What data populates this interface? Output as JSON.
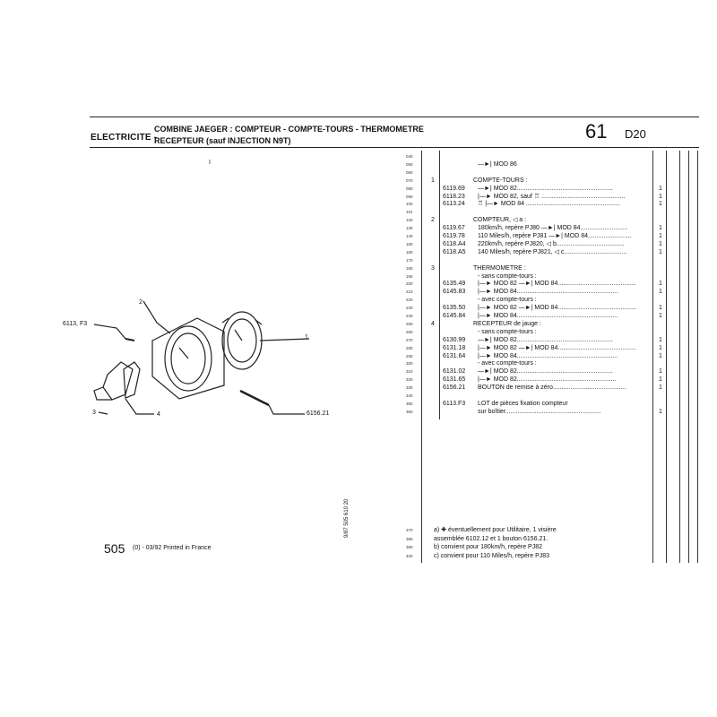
{
  "header": {
    "section": "ELECTRICITE -",
    "title_line1": "COMBINE JAEGER : COMPTEUR - COMPTE-TOURS - THERMOMETRE",
    "title_line2": "RECEPTEUR (sauf INJECTION N9T)",
    "group": "61",
    "model": "D20"
  },
  "table": {
    "rows": [
      {
        "line": "040",
        "ref": "",
        "part": "",
        "desc": "",
        "qty": ""
      },
      {
        "line": "050",
        "ref": "",
        "part": "",
        "desc": "—►| MOD 86",
        "qty": ""
      },
      {
        "line": "060",
        "ref": "",
        "part": "",
        "desc": "",
        "qty": ""
      },
      {
        "line": "070",
        "ref": "1",
        "part": "",
        "desc": "COMPTE-TOURS :",
        "qty": ""
      },
      {
        "line": "080",
        "ref": "",
        "part": "6119.69",
        "desc": "—►| MOD 82.......................................................",
        "qty": "1"
      },
      {
        "line": "090",
        "ref": "",
        "part": "6118.23",
        "desc": "|—► MOD 82, sauf ♖ ................................................",
        "qty": "1"
      },
      {
        "line": "100",
        "ref": "",
        "part": "6113.24",
        "desc": "♖ |—► MOD 84 ......................................................",
        "qty": "1"
      },
      {
        "line": "110",
        "ref": "",
        "part": "",
        "desc": "",
        "qty": ""
      },
      {
        "line": "120",
        "ref": "2",
        "part": "",
        "desc": "COMPTEUR, ◁ a :",
        "qty": ""
      },
      {
        "line": "130",
        "ref": "",
        "part": "6119.67",
        "desc": "180km/h, repère PJ80 —►| MOD 84...........................",
        "qty": "1"
      },
      {
        "line": "140",
        "ref": "",
        "part": "6119.78",
        "desc": "110 Miles/h, repère PJ81 —►| MOD 84.........................",
        "qty": "1"
      },
      {
        "line": "150",
        "ref": "",
        "part": "6118.A4",
        "desc": "220km/h, repère PJ820, ◁ b.......................................",
        "qty": "1"
      },
      {
        "line": "160",
        "ref": "",
        "part": "6118.A5",
        "desc": "140 Miles/h, repère PJ821, ◁ c....................................",
        "qty": "1"
      },
      {
        "line": "170",
        "ref": "",
        "part": "",
        "desc": "",
        "qty": ""
      },
      {
        "line": "180",
        "ref": "3",
        "part": "",
        "desc": "THERMOMETRE :",
        "qty": ""
      },
      {
        "line": "190",
        "ref": "",
        "part": "",
        "desc": "- sans compte-tours :",
        "qty": ""
      },
      {
        "line": "200",
        "ref": "",
        "part": "6135.49",
        "desc": "|—► MOD 82 —►| MOD 84.............................................",
        "qty": "1"
      },
      {
        "line": "210",
        "ref": "",
        "part": "6145.83",
        "desc": "|—► MOD 84..........................................................",
        "qty": "1"
      },
      {
        "line": "220",
        "ref": "",
        "part": "",
        "desc": "- avec compte-tours :",
        "qty": ""
      },
      {
        "line": "230",
        "ref": "",
        "part": "6135.50",
        "desc": "|—► MOD 82 —►| MOD 84.............................................",
        "qty": "1"
      },
      {
        "line": "240",
        "ref": "",
        "part": "6145.84",
        "desc": "|—► MOD 84..........................................................",
        "qty": "1"
      },
      {
        "line": "250",
        "ref": "4",
        "part": "",
        "desc": "RECEPTEUR de jauge :",
        "qty": ""
      },
      {
        "line": "260",
        "ref": "",
        "part": "",
        "desc": "- sans compte-tours :",
        "qty": ""
      },
      {
        "line": "270",
        "ref": "",
        "part": "6130.99",
        "desc": "—►| MOD 82.......................................................",
        "qty": "1"
      },
      {
        "line": "280",
        "ref": "",
        "part": "6131.18",
        "desc": "|—► MOD 82 —►| MOD 84.............................................",
        "qty": "1"
      },
      {
        "line": "290",
        "ref": "",
        "part": "6131.64",
        "desc": "|—► MOD 84..........................................................",
        "qty": "1"
      },
      {
        "line": "300",
        "ref": "",
        "part": "",
        "desc": "- avec compte-tours :",
        "qty": ""
      },
      {
        "line": "310",
        "ref": "",
        "part": "6131.02",
        "desc": "—►| MOD 82.......................................................",
        "qty": "1"
      },
      {
        "line": "320",
        "ref": "",
        "part": "6131.65",
        "desc": "|—► MOD 82.........................................................",
        "qty": "1"
      },
      {
        "line": "330",
        "ref": "",
        "part": "6156.21",
        "desc": "BOUTON de remise à zéro..........................................",
        "qty": "1"
      },
      {
        "line": "340",
        "ref": "",
        "part": "",
        "desc": "",
        "qty": ""
      },
      {
        "line": "350",
        "ref": "",
        "part": "6113.F3",
        "desc": "LOT de pièces fixation compteur",
        "qty": ""
      },
      {
        "line": "360",
        "ref": "",
        "part": "",
        "desc": "sur boîtier.......................................................",
        "qty": "1"
      }
    ]
  },
  "notes": [
    {
      "line": "370",
      "text": "a) ✚ éventuellement pour Utilitaire, 1 visière"
    },
    {
      "line": "380",
      "text": "assemblée 6102.12 et 1 bouton 6156.21."
    },
    {
      "line": "390",
      "text": "b) convient pour 180km/h, repère PJ82"
    },
    {
      "line": "400",
      "text": "c) convient pour 110 Miles/h, repère PJ83"
    }
  ],
  "illustration": {
    "callouts": [
      "6113, F3",
      "2",
      "1",
      "3",
      "4",
      "6156.21"
    ],
    "top_mark": "I"
  },
  "footer": {
    "number": "505",
    "text": "(0) - 03/92 Printed in France",
    "vertical_code": "9/87 505 610 20"
  }
}
